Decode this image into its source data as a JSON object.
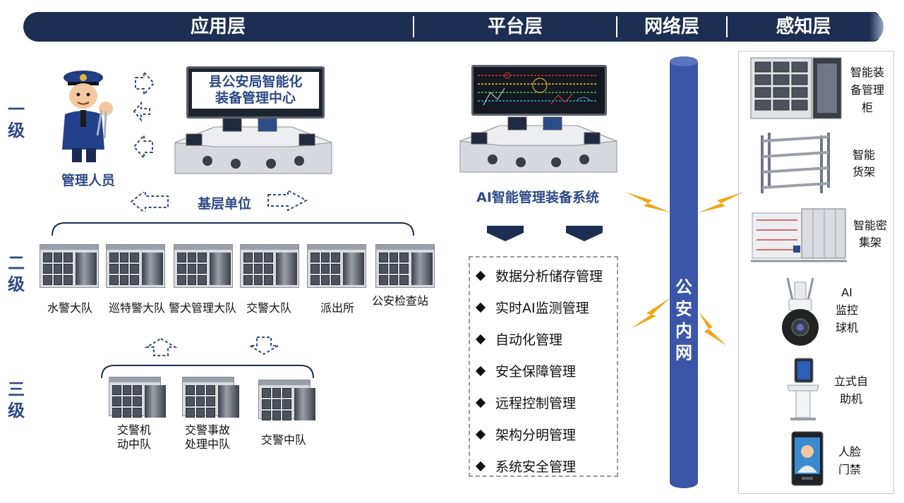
{
  "header": {
    "app": "应用层",
    "platform": "平台层",
    "network": "网络层",
    "sensing": "感知层"
  },
  "levels": {
    "one": "一级",
    "two": "二级",
    "three": "三级"
  },
  "level1": {
    "manager_label": "管理人员",
    "center_title_line1": "县公安局智能化",
    "center_title_line2": "装备管理中心",
    "base_unit_label": "基层单位"
  },
  "level2_units": [
    "水警大队",
    "巡特警大队",
    "警犬管理大队",
    "交警大队",
    "派出所",
    "公安检查站"
  ],
  "level3_units": [
    {
      "line1": "交警机",
      "line2": "动中队"
    },
    {
      "line1": "交警事故",
      "line2": "处理中队"
    },
    {
      "line1": "交警中队",
      "line2": ""
    }
  ],
  "platform": {
    "system_title": "AI智能管理装备系统",
    "features": [
      "数据分析储存管理",
      "实时AI监测管理",
      "自动化管理",
      "安全保障管理",
      "远程控制管理",
      "架构分明管理",
      "系统安全管理"
    ]
  },
  "network": {
    "label_chars": [
      "公",
      "安",
      "内",
      "网"
    ]
  },
  "sensing_items": [
    {
      "lines": [
        "智能装",
        "备管理",
        "柜"
      ]
    },
    {
      "lines": [
        "智能",
        "货架"
      ]
    },
    {
      "lines": [
        "智能密",
        "集架"
      ]
    },
    {
      "lines": [
        "AI",
        "监控",
        "球机"
      ]
    },
    {
      "lines": [
        "立式自",
        "助机"
      ]
    },
    {
      "lines": [
        "人脸",
        "门禁"
      ]
    }
  ],
  "colors": {
    "header_bg": "#1c2e52",
    "accent_blue": "#2d4a86",
    "network_pillar": "#3a56a8",
    "lightning": "#f2a516"
  }
}
